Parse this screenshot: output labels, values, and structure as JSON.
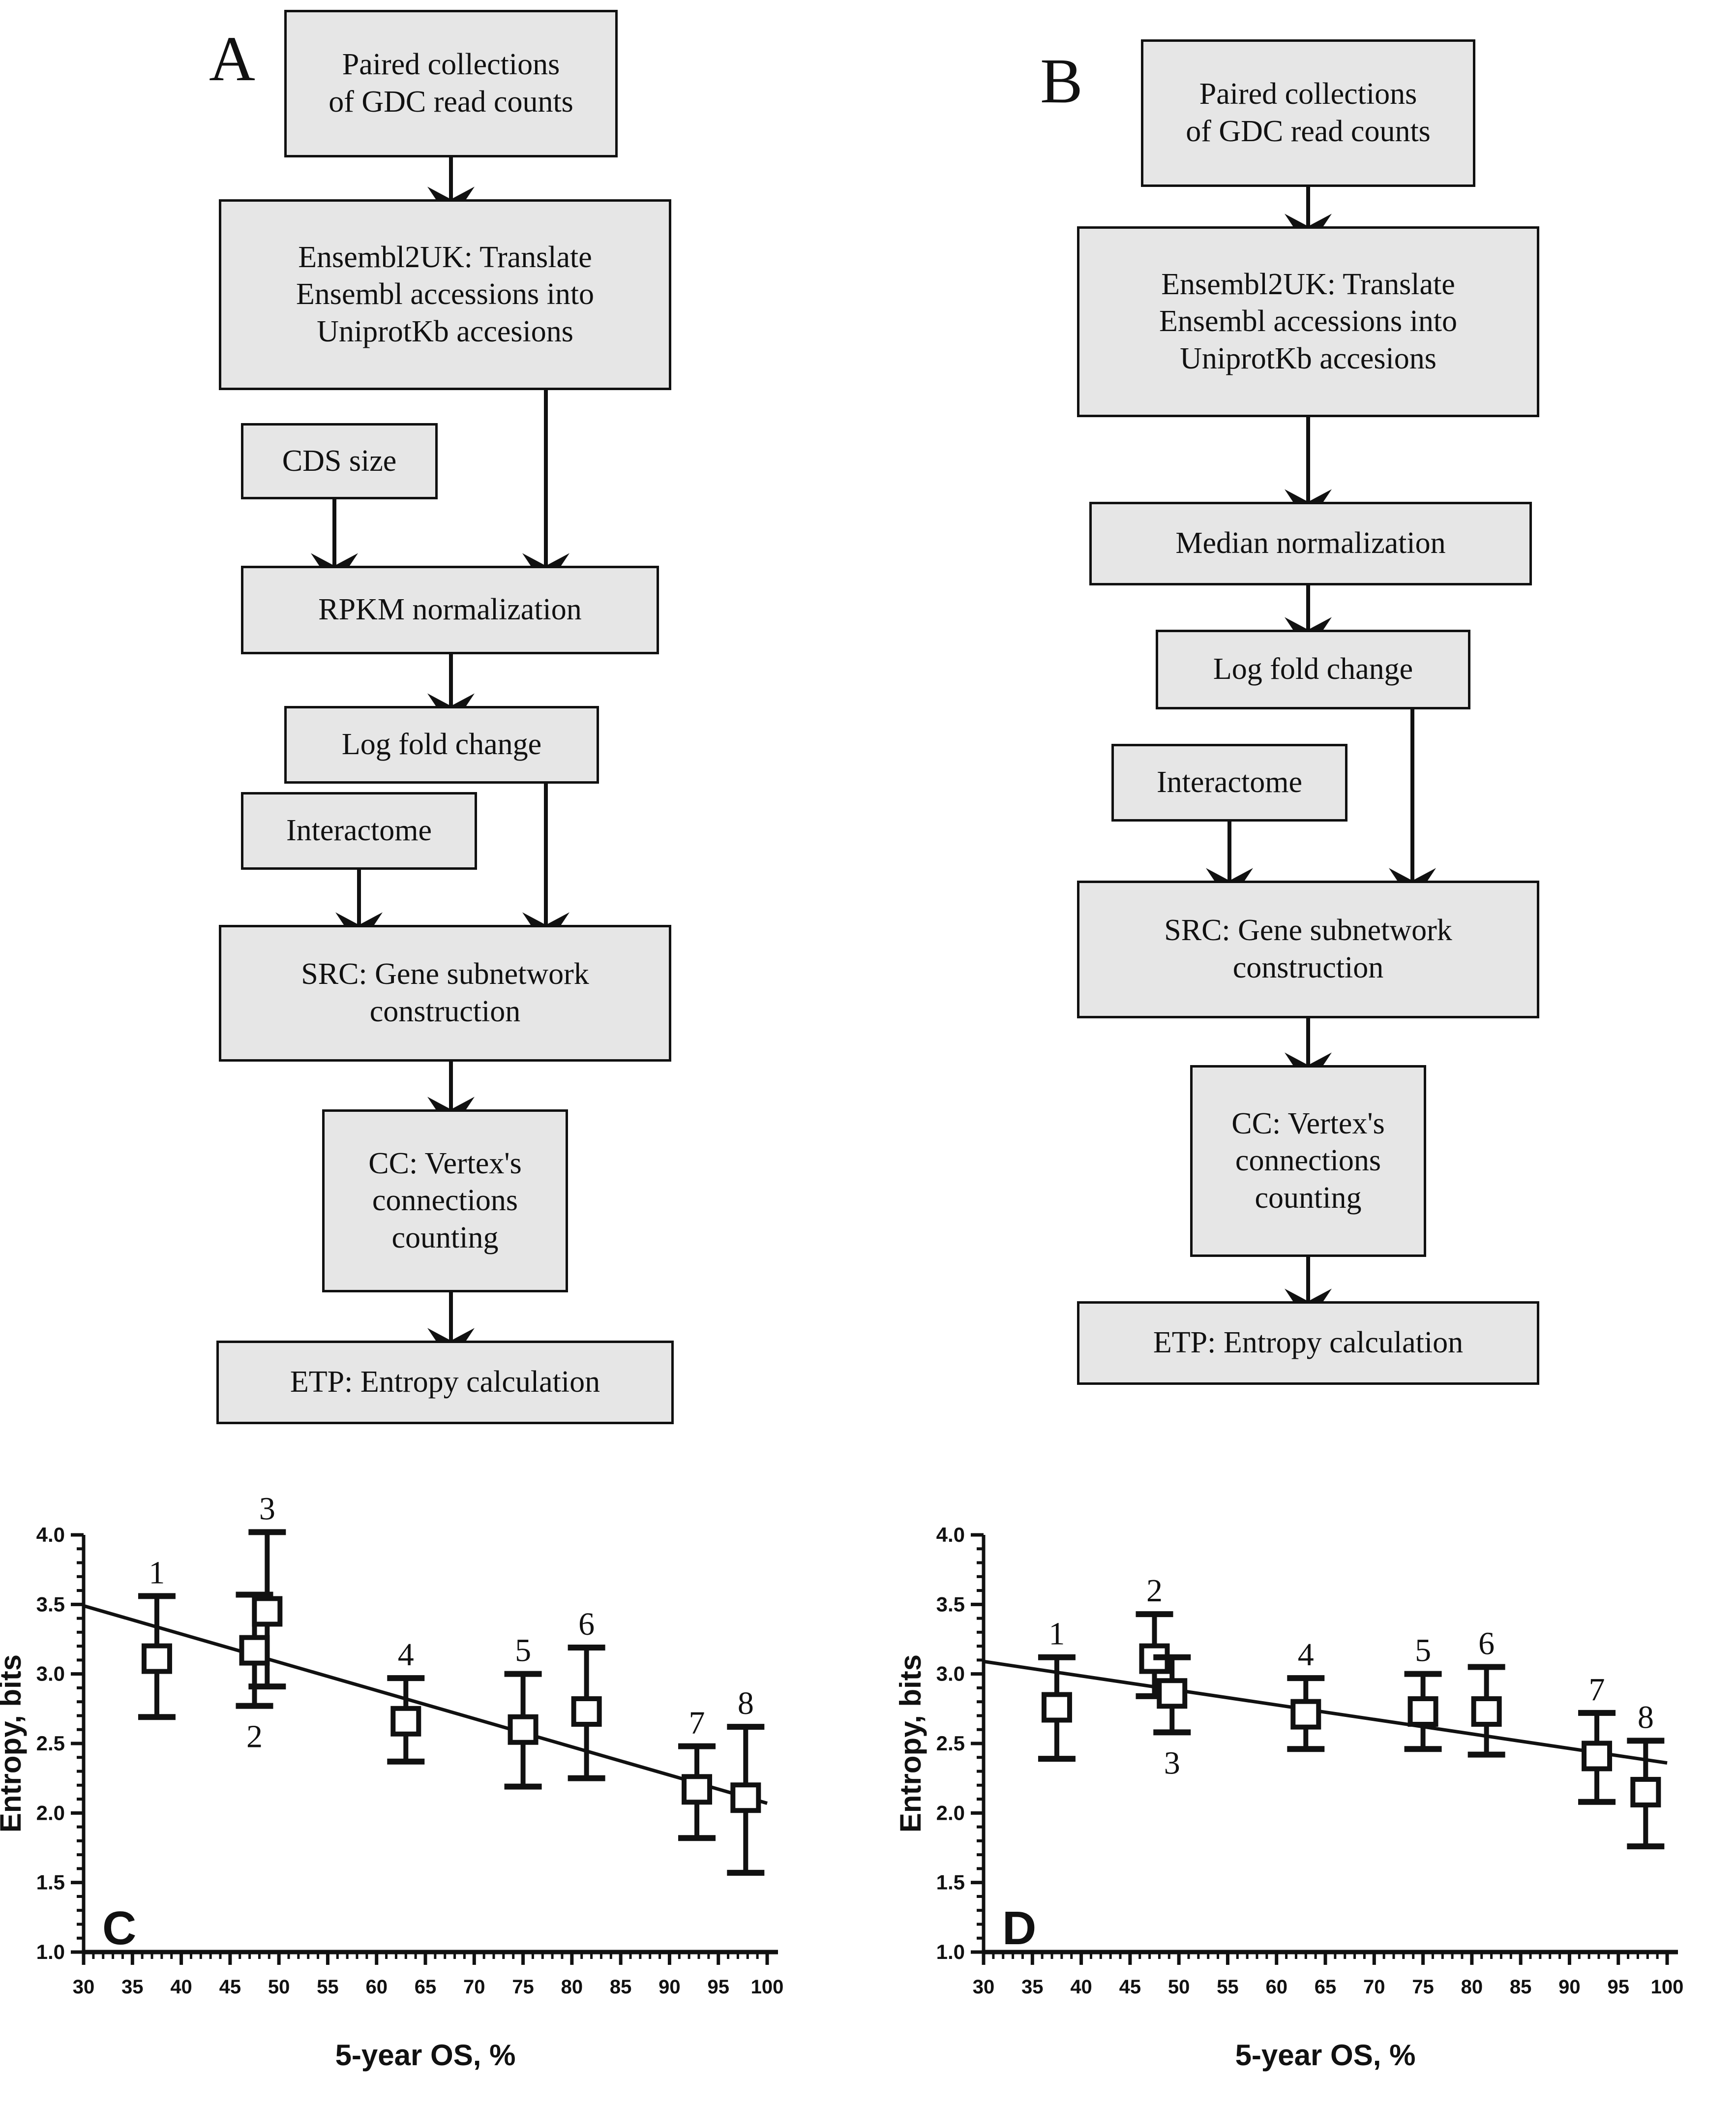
{
  "figure": {
    "panels": [
      "A",
      "B",
      "C",
      "D"
    ]
  },
  "panelA": {
    "letter": "A",
    "boxes": [
      {
        "id": "paired-collections",
        "label": "Paired collections\nof GDC read counts"
      },
      {
        "id": "ensembl2uk",
        "label": "Ensembl2UK: Translate\nEnsembl accessions into\nUniprotKb accesions"
      },
      {
        "id": "cds-size",
        "label": "CDS size"
      },
      {
        "id": "rpkm-normalization",
        "label": "RPKM normalization"
      },
      {
        "id": "log-fold-change",
        "label": "Log fold change"
      },
      {
        "id": "interactome",
        "label": "Interactome"
      },
      {
        "id": "src-subnetwork",
        "label": "SRC: Gene subnetwork\nconstruction"
      },
      {
        "id": "cc-vertex-counting",
        "label": "CC: Vertex's\nconnections\ncounting"
      },
      {
        "id": "etp-entropy",
        "label": "ETP: Entropy calculation"
      }
    ]
  },
  "panelB": {
    "letter": "B",
    "boxes": [
      {
        "id": "paired-collections",
        "label": "Paired collections\nof GDC read counts"
      },
      {
        "id": "ensembl2uk",
        "label": "Ensembl2UK: Translate\nEnsembl accessions into\nUniprotKb accesions"
      },
      {
        "id": "median-normalization",
        "label": "Median normalization"
      },
      {
        "id": "log-fold-change",
        "label": "Log fold change"
      },
      {
        "id": "interactome",
        "label": "Interactome"
      },
      {
        "id": "src-subnetwork",
        "label": "SRC: Gene subnetwork\nconstruction"
      },
      {
        "id": "cc-vertex-counting",
        "label": "CC: Vertex's\nconnections\ncounting"
      },
      {
        "id": "etp-entropy",
        "label": "ETP: Entropy calculation"
      }
    ]
  },
  "chart_data": [
    {
      "panel": "C",
      "type": "scatter",
      "title": "",
      "xlabel": "5-year OS, %",
      "ylabel": "Entropy, bits",
      "xlim": [
        30,
        100
      ],
      "ylim": [
        1.0,
        4.0
      ],
      "xticks": [
        30,
        35,
        40,
        45,
        50,
        55,
        60,
        65,
        70,
        75,
        80,
        85,
        90,
        95,
        100
      ],
      "yticks": [
        1.0,
        1.5,
        2.0,
        2.5,
        3.0,
        3.5,
        4.0
      ],
      "ytick_labels": [
        "1.0",
        "1.5",
        "2.0",
        "2.5",
        "3.0",
        "3.5",
        "4.0"
      ],
      "grid": false,
      "legend": "none",
      "marker": "open-square",
      "error_bars": "vertical-with-caps",
      "points": [
        {
          "label": "1",
          "x": 37.5,
          "y": 3.11,
          "y_low": 2.69,
          "y_high": 3.56,
          "label_pos": "above"
        },
        {
          "label": "2",
          "x": 47.5,
          "y": 3.17,
          "y_low": 2.77,
          "y_high": 3.57,
          "label_pos": "below"
        },
        {
          "label": "3",
          "x": 48.8,
          "y": 3.45,
          "y_low": 2.91,
          "y_high": 4.02,
          "label_pos": "above"
        },
        {
          "label": "4",
          "x": 63.0,
          "y": 2.66,
          "y_low": 2.37,
          "y_high": 2.97,
          "label_pos": "above"
        },
        {
          "label": "5",
          "x": 75.0,
          "y": 2.6,
          "y_low": 2.19,
          "y_high": 3.0,
          "label_pos": "above"
        },
        {
          "label": "6",
          "x": 81.5,
          "y": 2.73,
          "y_low": 2.25,
          "y_high": 3.19,
          "label_pos": "above"
        },
        {
          "label": "7",
          "x": 92.8,
          "y": 2.17,
          "y_low": 1.82,
          "y_high": 2.48,
          "label_pos": "above"
        },
        {
          "label": "8",
          "x": 97.8,
          "y": 2.11,
          "y_low": 1.57,
          "y_high": 2.62,
          "label_pos": "above"
        }
      ],
      "trend_line": {
        "x_start": 30,
        "y_start": 3.49,
        "x_end": 100,
        "y_end": 2.07
      }
    },
    {
      "panel": "D",
      "type": "scatter",
      "title": "",
      "xlabel": "5-year OS, %",
      "ylabel": "Entropy, bits",
      "xlim": [
        30,
        100
      ],
      "ylim": [
        1.0,
        4.0
      ],
      "xticks": [
        30,
        35,
        40,
        45,
        50,
        55,
        60,
        65,
        70,
        75,
        80,
        85,
        90,
        95,
        100
      ],
      "yticks": [
        1.0,
        1.5,
        2.0,
        2.5,
        3.0,
        3.5,
        4.0
      ],
      "ytick_labels": [
        "1.0",
        "1.5",
        "2.0",
        "2.5",
        "3.0",
        "3.5",
        "4.0"
      ],
      "grid": false,
      "legend": "none",
      "marker": "open-square",
      "error_bars": "vertical-with-caps",
      "points": [
        {
          "label": "1",
          "x": 37.5,
          "y": 2.76,
          "y_low": 2.39,
          "y_high": 3.12,
          "label_pos": "above"
        },
        {
          "label": "2",
          "x": 47.5,
          "y": 3.11,
          "y_low": 2.84,
          "y_high": 3.43,
          "label_pos": "above"
        },
        {
          "label": "3",
          "x": 49.3,
          "y": 2.86,
          "y_low": 2.58,
          "y_high": 3.12,
          "label_pos": "below"
        },
        {
          "label": "4",
          "x": 63.0,
          "y": 2.71,
          "y_low": 2.46,
          "y_high": 2.97,
          "label_pos": "above"
        },
        {
          "label": "5",
          "x": 75.0,
          "y": 2.73,
          "y_low": 2.46,
          "y_high": 3.0,
          "label_pos": "above"
        },
        {
          "label": "6",
          "x": 81.5,
          "y": 2.73,
          "y_low": 2.42,
          "y_high": 3.05,
          "label_pos": "above"
        },
        {
          "label": "7",
          "x": 92.8,
          "y": 2.41,
          "y_low": 2.08,
          "y_high": 2.72,
          "label_pos": "above"
        },
        {
          "label": "8",
          "x": 97.8,
          "y": 2.15,
          "y_low": 1.76,
          "y_high": 2.52,
          "label_pos": "above"
        }
      ],
      "trend_line": {
        "x_start": 30,
        "y_start": 3.09,
        "x_end": 100,
        "y_end": 2.36
      }
    }
  ]
}
